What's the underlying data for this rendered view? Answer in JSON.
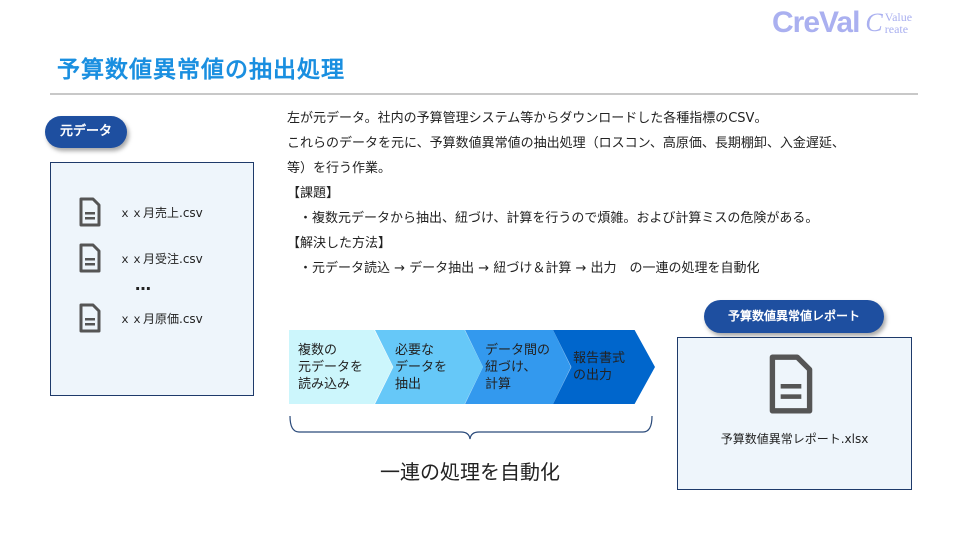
{
  "header": {
    "title": "予算数値異常値の抽出処理",
    "logo": "CreVal Value Create",
    "logo_main": "CreVal",
    "logo_c": "C",
    "logo_value": "Value",
    "logo_create": "reate"
  },
  "source": {
    "label": "元データ",
    "files": [
      "ｘｘ月売上.csv",
      "ｘｘ月受注.csv",
      "ｘｘ月原価.csv"
    ],
    "ellipsis": "…"
  },
  "description": {
    "lines": [
      "左が元データ。社内の予算管理システム等からダウンロードした各種指標のCSV。",
      "これらのデータを元に、予算数値異常値の抽出処理（ロスコン、高原価、長期棚卸、入金遅延、",
      "等）を行う作業。",
      "【課題】",
      "・複数元データから抽出、紐づけ、計算を行うので煩雑。および計算ミスの危険がある。",
      "【解決した方法】",
      "・元データ読込 → データ抽出 → 紐づけ＆計算 → 出力　の一連の処理を自動化"
    ]
  },
  "flow": {
    "steps": [
      "複数の\n元データを\n読み込み",
      "必要な\nデータを\n抽出",
      "データ間の\n紐づけ、\n計算",
      "報告書式\nの出力"
    ],
    "summary": "一連の処理を自動化",
    "colors": [
      "#ccf6fc",
      "#66c8f8",
      "#3399ee",
      "#0066cc"
    ]
  },
  "report": {
    "label": "予算数値異常値レポート",
    "file": "予算数値異常レポート.xlsx"
  }
}
